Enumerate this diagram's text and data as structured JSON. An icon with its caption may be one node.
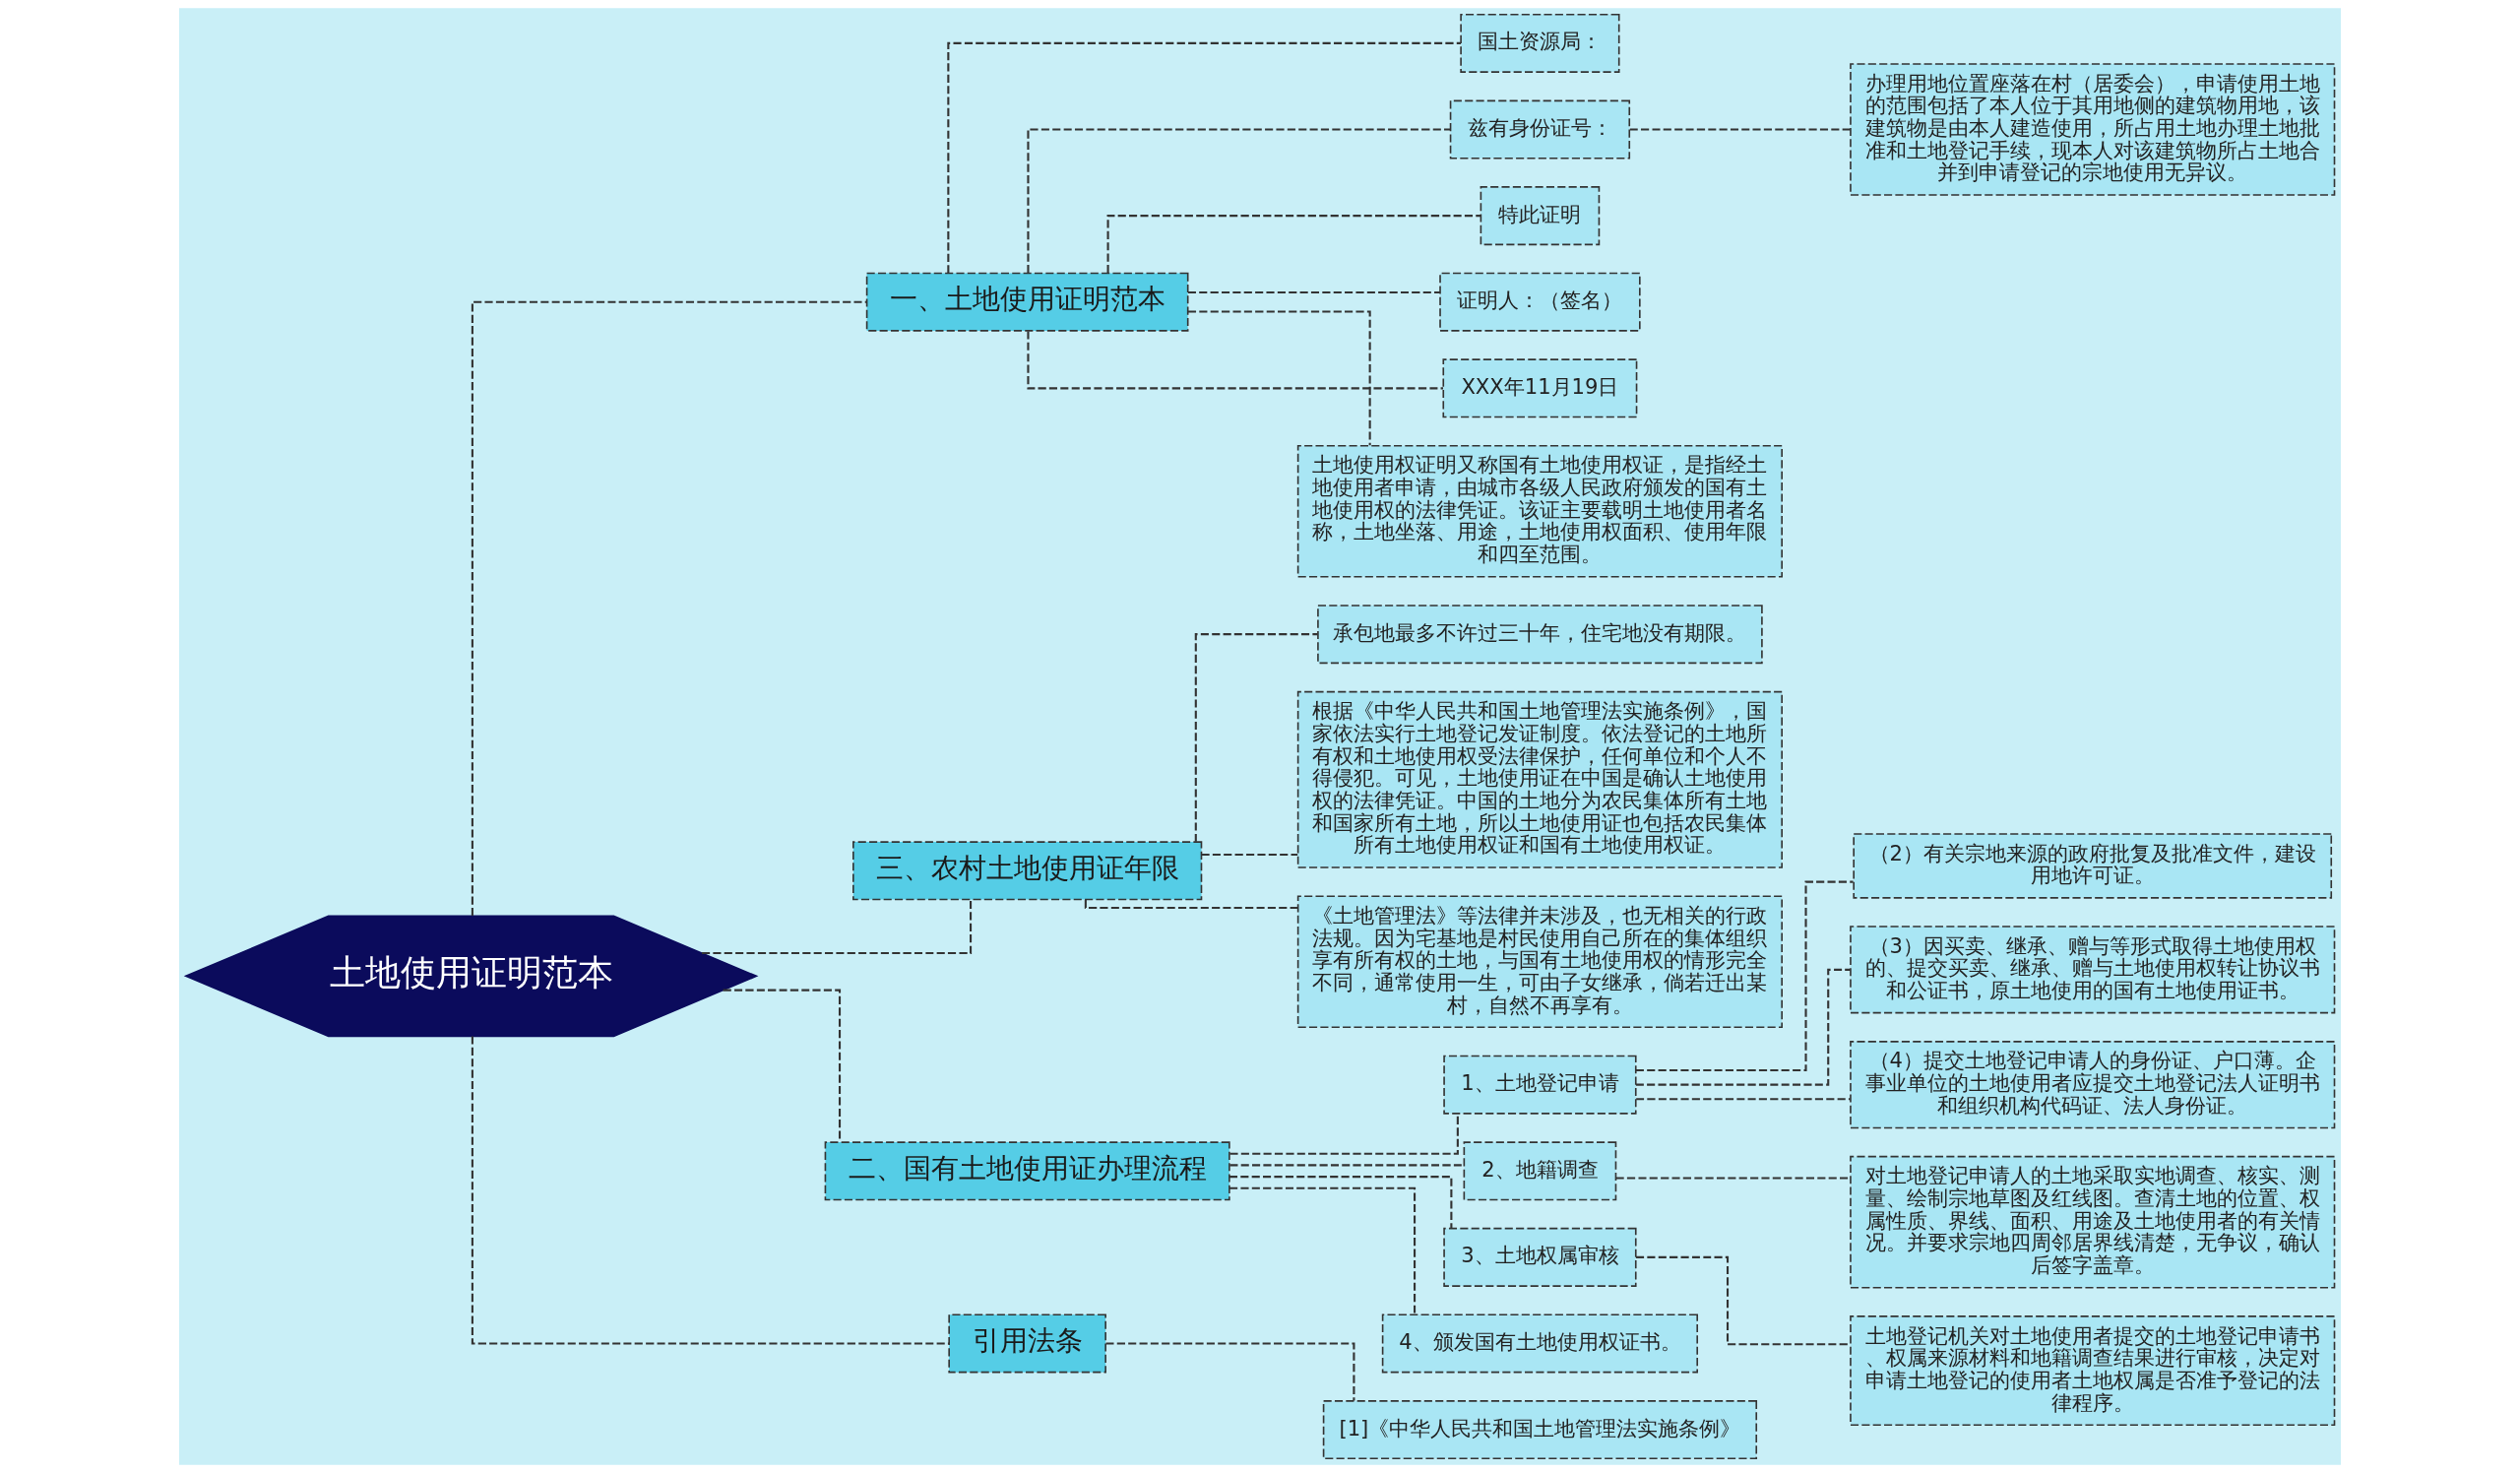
{
  "diagram": {
    "nodes": [
      {
        "text": [
          "土地使用证明范本"
        ]
      },
      {
        "text": [
          "一、土地使用证明范本"
        ]
      },
      {
        "text": [
          "国土资源局："
        ]
      },
      {
        "text": [
          "兹有身份证号："
        ]
      },
      {
        "text": [
          "办理用地位置座落在村（居委会），申请使用土地的范围包括了本人位于其用地侧的建筑物用地，该建筑物是由本人建造使用，所占用土地办理土地批准和土地登记手续，现本人对该建筑物所占土地合并到申请登记的宗地使用无异议。"
        ]
      },
      {
        "text": [
          "特此证明"
        ]
      },
      {
        "text": [
          "证明人：（签名）"
        ]
      },
      {
        "text": [
          "XXX年11月19日"
        ]
      },
      {
        "text": [
          "土地使用权证明又称国有土地使用权证，是指经土地使用者申请，由城市各级人民政府颁发的国有土地使用权的法律凭证。该证主要载明土地使用者名称，土地坐落、用途，土地使用权面积、使用年限和四至范围。"
        ]
      },
      {
        "text": [
          "三、农村土地使用证年限"
        ]
      },
      {
        "text": [
          "承包地最多不许过三十年，住宅地没有期限。"
        ]
      },
      {
        "text": [
          "根据《中华人民共和国土地管理法实施条例》，国家依法实行土地登记发证制度。依法登记的土地所有权和土地使用权受法律保护，任何单位和个人不得侵犯。可见，土地使用证在中国是确认土地使用权的法律凭证。中国的土地分为农民集体所有土地和国家所有土地，所以土地使用证也包括农民集体所有土地使用权证和国有土地使用权证。"
        ]
      },
      {
        "text": [
          "《土地管理法》等法律并未涉及，也无相关的行政法规。因为宅基地是村民使用自己所在的集体组织享有所有权的土地，与国有土地使用权的情形完全不同，通常使用一生，可由子女继承，倘若迁出某村，自然不再享有。"
        ]
      },
      {
        "text": [
          "二、国有土地使用证办理流程"
        ]
      },
      {
        "text": [
          "1、土地登记申请"
        ]
      },
      {
        "text": [
          "（2）有关宗地来源的政府批复及批准文件，建设用地许可证。"
        ]
      },
      {
        "text": [
          "（3）因买卖、继承、赠与等形式取得土地使用权的、提交买卖、继承、赠与土地使用权转让协议书和公证书，原土地使用的国有土地使用证书。"
        ]
      },
      {
        "text": [
          "（4）提交土地登记申请人的身份证、户口薄。企事业单位的土地使用者应提交土地登记法人证明书和组织机构代码证、法人身份证。"
        ]
      },
      {
        "text": [
          "2、地籍调查"
        ]
      },
      {
        "text": [
          "对土地登记申请人的土地采取实地调查、核实、测量、绘制宗地草图及红线图。查清土地的位置、权属性质、界线、面积、用途及土地使用者的有关情况。并要求宗地四周邻居界线清楚，无争议，确认后签字盖章。"
        ]
      },
      {
        "text": [
          "3、土地权属审核"
        ]
      },
      {
        "text": [
          "土地登记机关对土地使用者提交的土地登记申请书、权属来源材料和地籍调查结果进行审核，决定对申请土地登记的使用者土地权属是否准予登记的法律程序。"
        ]
      },
      {
        "text": [
          "4、颁发国有土地使用权证书。"
        ]
      },
      {
        "text": [
          "引用法条"
        ]
      },
      {
        "text": [
          "[1]《中华人民共和国土地管理法实施条例》"
        ]
      }
    ],
    "edges": [
      {
        "from": 0,
        "to": 1,
        "arrow": "none",
        "style": "dashed"
      },
      {
        "from": 1,
        "to": 2,
        "arrow": "none",
        "style": "dashed"
      },
      {
        "from": 1,
        "to": 3,
        "arrow": "none",
        "style": "dashed"
      },
      {
        "from": 3,
        "to": 4,
        "arrow": "none",
        "style": "dashed"
      },
      {
        "from": 1,
        "to": 5,
        "arrow": "none",
        "style": "dashed"
      },
      {
        "from": 1,
        "to": 6,
        "arrow": "none",
        "style": "dashed"
      },
      {
        "from": 1,
        "to": 7,
        "arrow": "none",
        "style": "dashed"
      },
      {
        "from": 1,
        "to": 8,
        "arrow": "none",
        "style": "dashed"
      },
      {
        "from": 0,
        "to": 9,
        "arrow": "none",
        "style": "dashed"
      },
      {
        "from": 9,
        "to": 10,
        "arrow": "none",
        "style": "dashed"
      },
      {
        "from": 9,
        "to": 11,
        "arrow": "none",
        "style": "dashed"
      },
      {
        "from": 9,
        "to": 12,
        "arrow": "none",
        "style": "dashed"
      },
      {
        "from": 0,
        "to": 13,
        "arrow": "none",
        "style": "dashed"
      },
      {
        "from": 13,
        "to": 14,
        "arrow": "none",
        "style": "dashed"
      },
      {
        "from": 14,
        "to": 15,
        "arrow": "none",
        "style": "dashed"
      },
      {
        "from": 14,
        "to": 16,
        "arrow": "none",
        "style": "dashed"
      },
      {
        "from": 14,
        "to": 17,
        "arrow": "none",
        "style": "dashed"
      },
      {
        "from": 13,
        "to": 18,
        "arrow": "none",
        "style": "dashed"
      },
      {
        "from": 18,
        "to": 19,
        "arrow": "none",
        "style": "dashed"
      },
      {
        "from": 13,
        "to": 20,
        "arrow": "none",
        "style": "dashed"
      },
      {
        "from": 20,
        "to": 21,
        "arrow": "none",
        "style": "dashed"
      },
      {
        "from": 13,
        "to": 22,
        "arrow": "none",
        "style": "dashed"
      },
      {
        "from": 0,
        "to": 23,
        "arrow": "none",
        "style": "dashed"
      },
      {
        "from": 23,
        "to": 24,
        "arrow": "none",
        "style": "dashed"
      }
    ]
  }
}
